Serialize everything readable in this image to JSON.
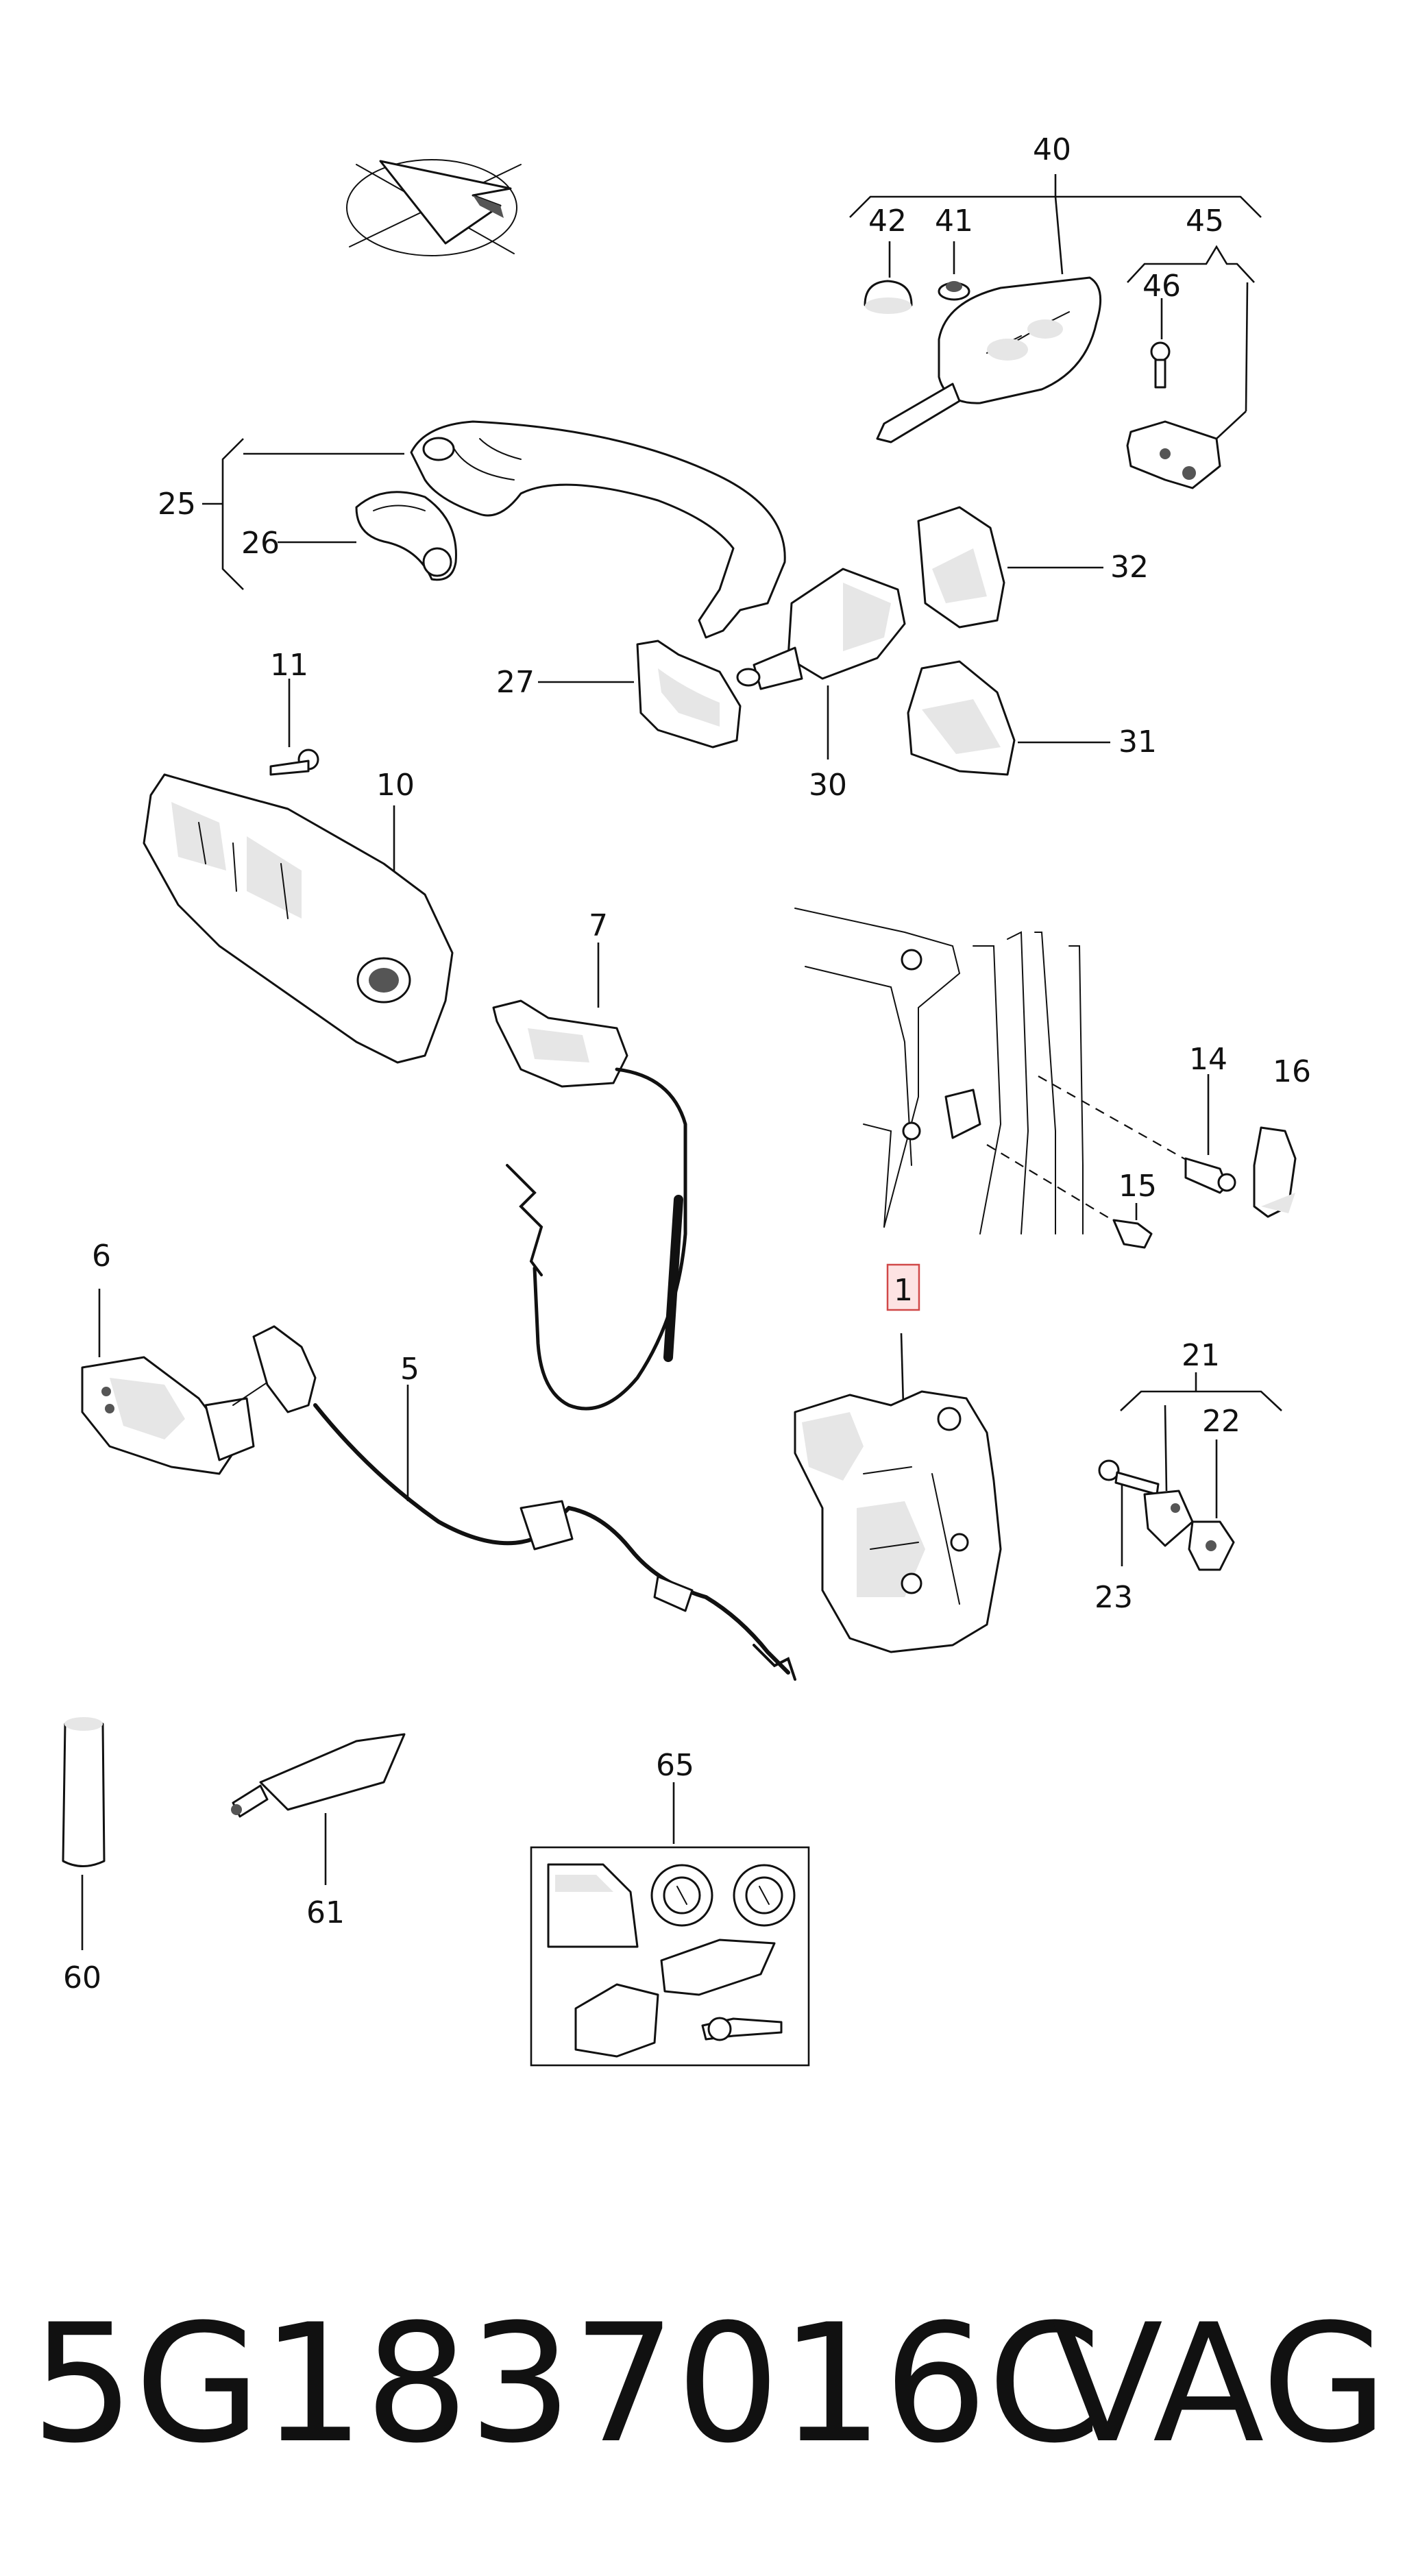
{
  "callouts": {
    "c1": "1",
    "c5": "5",
    "c6": "6",
    "c7": "7",
    "c10": "10",
    "c11": "11",
    "c14": "14",
    "c15": "15",
    "c16": "16",
    "c21": "21",
    "c22": "22",
    "c23": "23",
    "c25": "25",
    "c26": "26",
    "c27": "27",
    "c30": "30",
    "c31": "31",
    "c32": "32",
    "c40": "40",
    "c41": "41",
    "c42": "42",
    "c45": "45",
    "c46": "46",
    "c60": "60",
    "c61": "61",
    "c65": "65"
  },
  "highlighted_part": "1",
  "caption": {
    "part_number": "5G1837016C",
    "brand": "VAG"
  }
}
